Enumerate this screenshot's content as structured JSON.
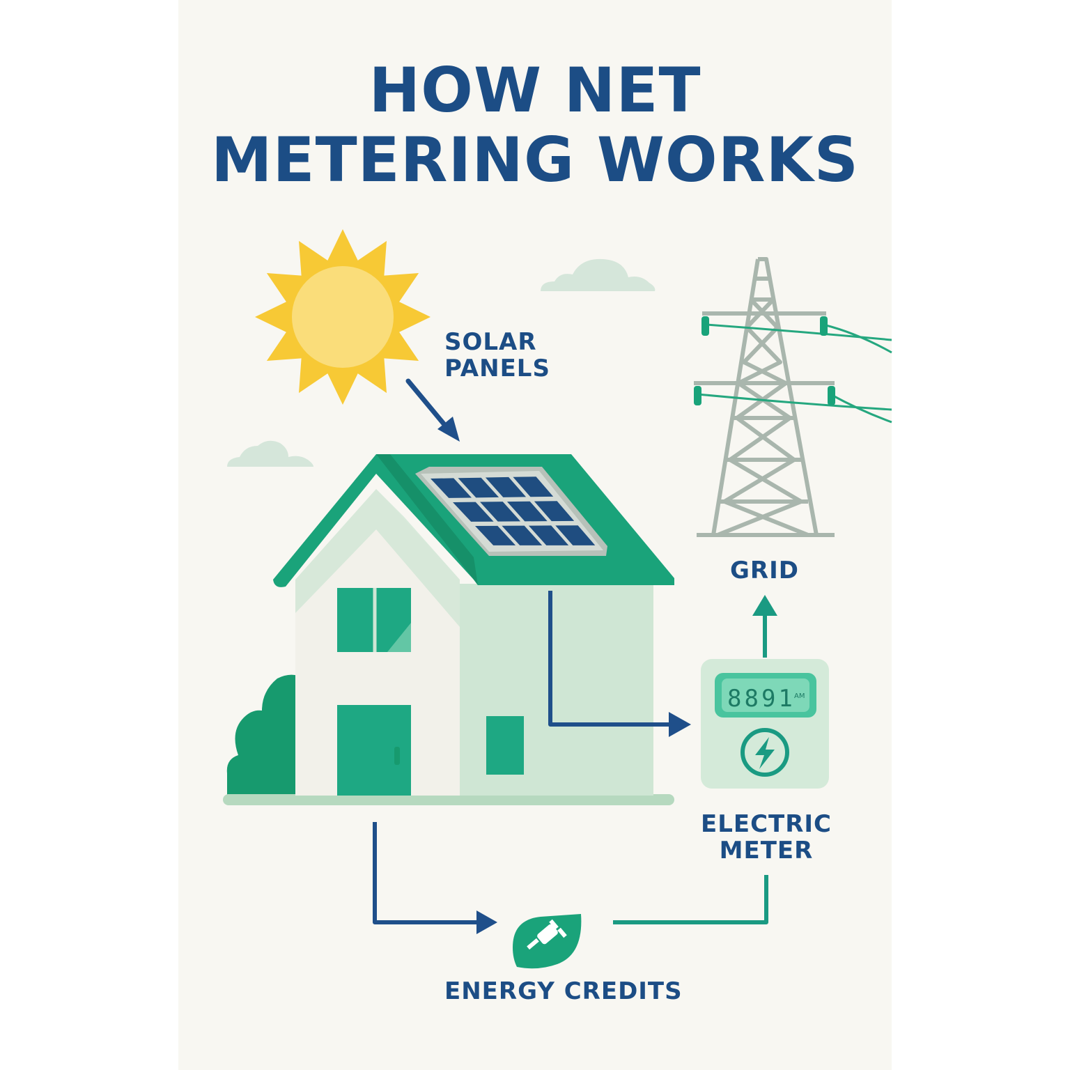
{
  "title": {
    "line1": "HOW NET",
    "line2": "METERING WORKS"
  },
  "labels": {
    "solar_panels": {
      "line1": "SOLAR",
      "line2": "PANELS"
    },
    "grid": "GRID",
    "electric_meter": {
      "line1": "ELECTRIC",
      "line2": "METER"
    },
    "energy_credits": "ENERGY CREDITS"
  },
  "meter_display": {
    "reading": "8891",
    "unit": "AM"
  },
  "icons": {
    "meter_symbol": "lightning-bolt-icon",
    "credits_symbol": "leaf-plug-icon"
  },
  "colors": {
    "background": "#f8f7f2",
    "title": "#1c4d85",
    "label": "#1c4d85",
    "sun": "#f7c935",
    "roof": "#1aa37a",
    "house_green": "#1ea883",
    "house_light": "#cfe6d4",
    "panel": "#1f4d80",
    "tower": "#a9b6ad",
    "wire": "#25a77f",
    "arrow_blue": "#1f4f8a",
    "arrow_teal": "#1a9a82",
    "meter_body": "#d4ead9",
    "meter_screen": "#49c49e",
    "cloud": "#d5e6da"
  }
}
